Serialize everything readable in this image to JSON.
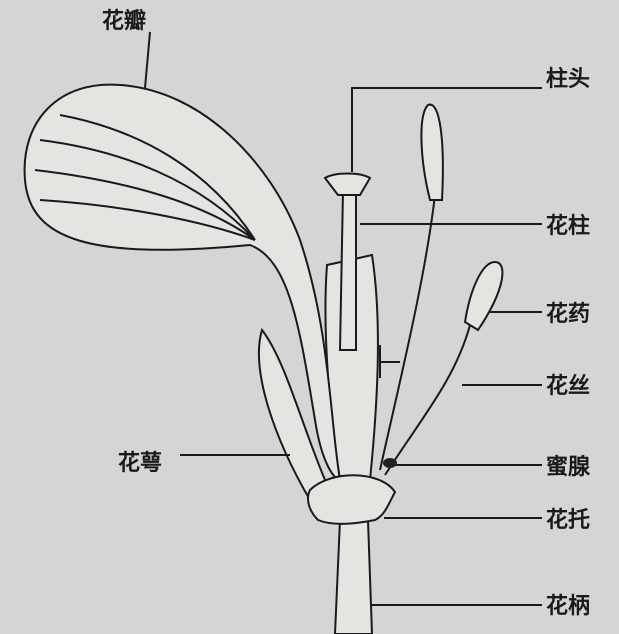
{
  "title": "花的结构",
  "labels": {
    "petal": "花瓣",
    "stigma": "柱头",
    "style": "花柱",
    "anther": "花药",
    "filament": "花丝",
    "sepal": "花萼",
    "nectary": "蜜腺",
    "receptacle": "花托",
    "pedicel": "花柄"
  }
}
